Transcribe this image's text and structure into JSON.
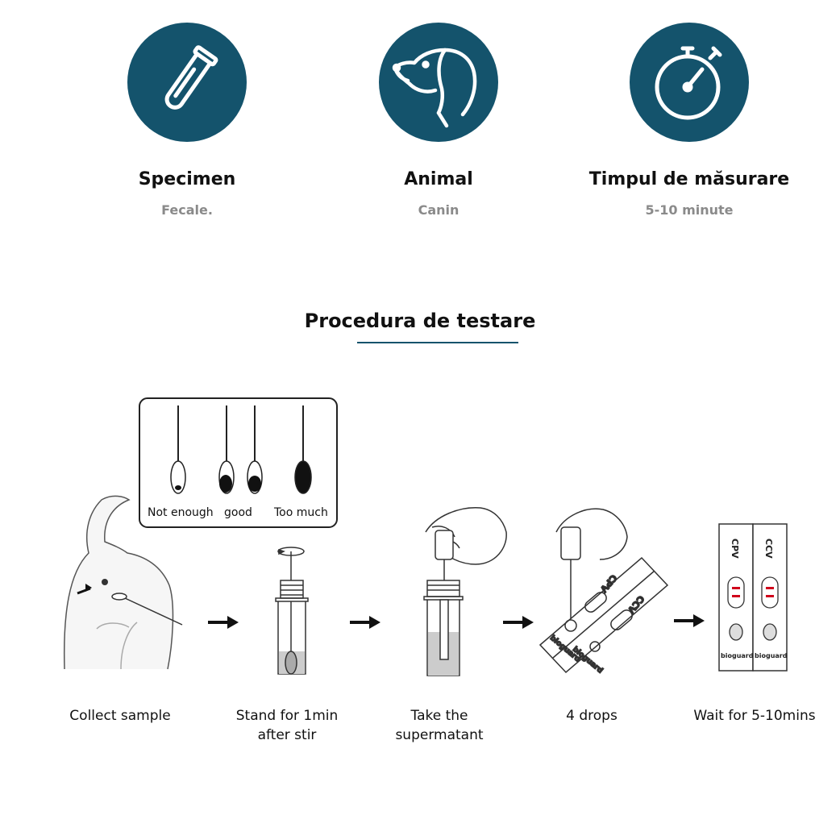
{
  "features": [
    {
      "icon": "test-tube-icon",
      "title": "Specimen",
      "value": "Fecale."
    },
    {
      "icon": "dog-head-icon",
      "title": "Animal",
      "value": "Canin"
    },
    {
      "icon": "stopwatch-icon",
      "title": "Timpul de măsurare",
      "value": "5-10 minute"
    }
  ],
  "procedure": {
    "title": "Procedura de testare",
    "inset_labels": [
      "Not enough",
      "good",
      "Too much"
    ],
    "kit_labels": {
      "cpv": "CPV",
      "ccv": "CCV",
      "brand": "bioguard"
    },
    "steps": [
      {
        "label": "Collect sample"
      },
      {
        "label": "Stand for 1min\nafter stir"
      },
      {
        "label": "Take the\nsupermatant"
      },
      {
        "label": "4 drops"
      },
      {
        "label": "Wait for 5-10mins"
      }
    ]
  },
  "colors": {
    "accent": "#14536c",
    "muted_text": "#8a8a8a",
    "result_line": "#d0021b"
  }
}
